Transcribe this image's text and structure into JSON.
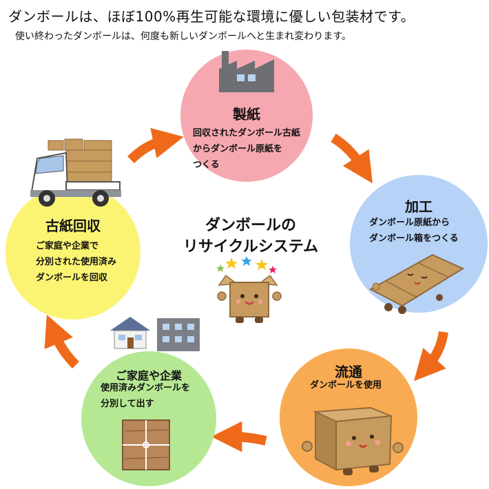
{
  "header": {
    "headline": "ダンボールは、ほぼ100%再生可能な環境に優しい包装材です。",
    "subline": "使い終わったダンボールは、何度も新しいダンボールへと生まれ変わります。"
  },
  "center": {
    "title_line1": "ダンボールの",
    "title_line2": "リサイクルシステム"
  },
  "stages": {
    "papermaking": {
      "title": "製紙",
      "lines": [
        "回収されたダンボール古紙",
        "からダンボール原紙を",
        "つくる"
      ]
    },
    "processing": {
      "title": "加工",
      "lines": [
        "ダンボール原紙から",
        "ダンボール箱をつくる"
      ]
    },
    "distribution": {
      "title": "流通",
      "lines": [
        "ダンボールを使用"
      ]
    },
    "households": {
      "title": "ご家庭や企業",
      "lines": [
        "使用済みダンボールを",
        "分別して出す"
      ]
    },
    "collection": {
      "title": "古紙回収",
      "lines": [
        "ご家庭や企業で",
        "分別された使用済み",
        "ダンボールを回収"
      ]
    }
  },
  "colors": {
    "papermaking": "#f6a8b0",
    "processing": "#b6d2f6",
    "distribution": "#f8ab53",
    "households": "#b6e894",
    "collection": "#fbf473",
    "arrow": "#ee6a1a",
    "cardboard": "#c79a5e"
  },
  "icons": [
    "factory-icon",
    "flat-cardboard-icon",
    "cardboard-box-character-icon",
    "tied-cardboard-bundle-icon",
    "house-icon",
    "office-building-icon",
    "truck-icon",
    "happy-box-mascot-icon",
    "star-icon"
  ]
}
